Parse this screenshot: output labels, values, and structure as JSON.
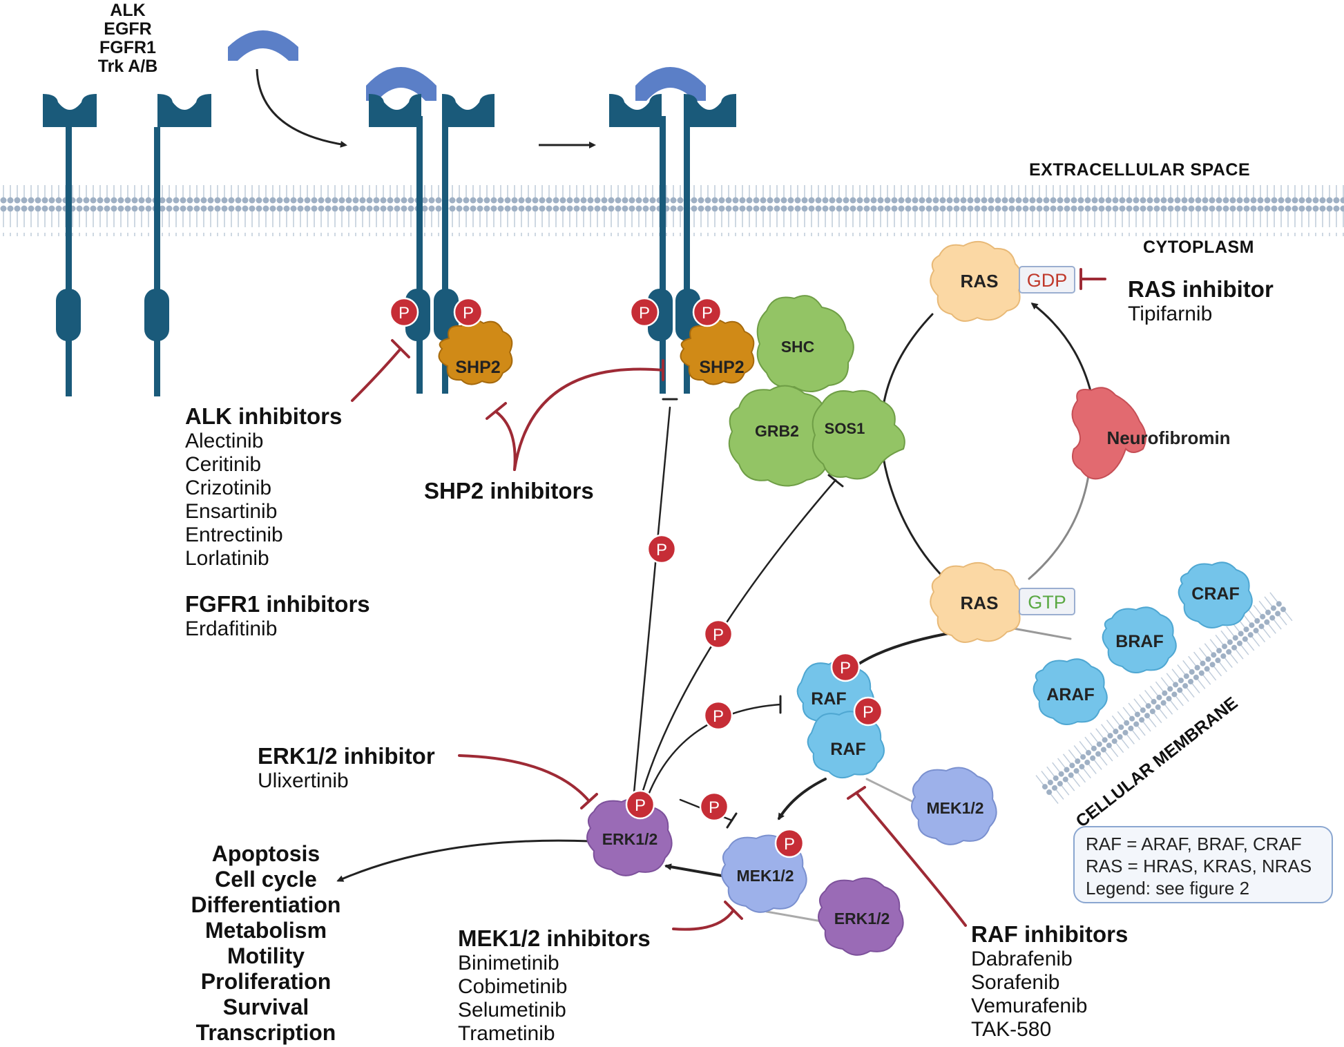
{
  "receptors": {
    "label_lines": [
      "ALK",
      "EGFR",
      "FGFR1",
      "Trk A/B"
    ]
  },
  "regions": {
    "extracellular": "EXTRACELLULAR SPACE",
    "cytoplasm": "CYTOPLASM",
    "cellular_membrane": "CELLULAR MEMBRANE"
  },
  "proteins": {
    "shp2": "SHP2",
    "shc": "SHC",
    "grb2": "GRB2",
    "sos1": "SOS1",
    "ras": "RAS",
    "gdp": "GDP",
    "gtp": "GTP",
    "neurofibromin": "Neurofibromin",
    "araf": "ARAF",
    "braf": "BRAF",
    "craf": "CRAF",
    "raf": "RAF",
    "mek": "MEK1/2",
    "erk": "ERK1/2",
    "phospho": "P"
  },
  "inhibitors": {
    "alk": {
      "title": "ALK inhibitors",
      "drugs": [
        "Alectinib",
        "Ceritinib",
        "Crizotinib",
        "Ensartinib",
        "Entrectinib",
        "Lorlatinib"
      ]
    },
    "fgfr1": {
      "title": "FGFR1 inhibitors",
      "drugs": [
        "Erdafitinib"
      ]
    },
    "shp2": {
      "title": "SHP2 inhibitors"
    },
    "ras": {
      "title": "RAS inhibitor",
      "drugs": [
        "Tipifarnib"
      ]
    },
    "erk": {
      "title": "ERK1/2 inhibitor",
      "drugs": [
        "Ulixertinib"
      ]
    },
    "mek": {
      "title": "MEK1/2 inhibitors",
      "drugs": [
        "Binimetinib",
        "Cobimetinib",
        "Selumetinib",
        "Trametinib"
      ]
    },
    "raf": {
      "title": "RAF inhibitors",
      "drugs": [
        "Dabrafenib",
        "Sorafenib",
        "Vemurafenib",
        "TAK-580"
      ]
    }
  },
  "outcomes": [
    "Apoptosis",
    "Cell cycle",
    "Differentiation",
    "Metabolism",
    "Motility",
    "Proliferation",
    "Survival",
    "Transcription"
  ],
  "legend": [
    "RAF = ARAF, BRAF, CRAF",
    "RAS = HRAS, KRAS, NRAS",
    "Legend: see figure 2"
  ],
  "colors": {
    "receptor": "#1a5a7a",
    "receptor_light": "#2f7fa8",
    "ligand": "#5b7fc7",
    "membrane": "#9fb0c4",
    "inhibit": "#9e2a35",
    "arrow": "#222222",
    "phospho": "#c62d36",
    "shp2": "#d08a17",
    "green": "#8fc05f",
    "ras": "#fbd8a4",
    "raf": "#74c4ea",
    "mek": "#9db1ea",
    "erk": "#9a6bb6",
    "neurofibromin": "#e26a70",
    "gdp": "#c0392b",
    "gtp": "#5aa843"
  }
}
